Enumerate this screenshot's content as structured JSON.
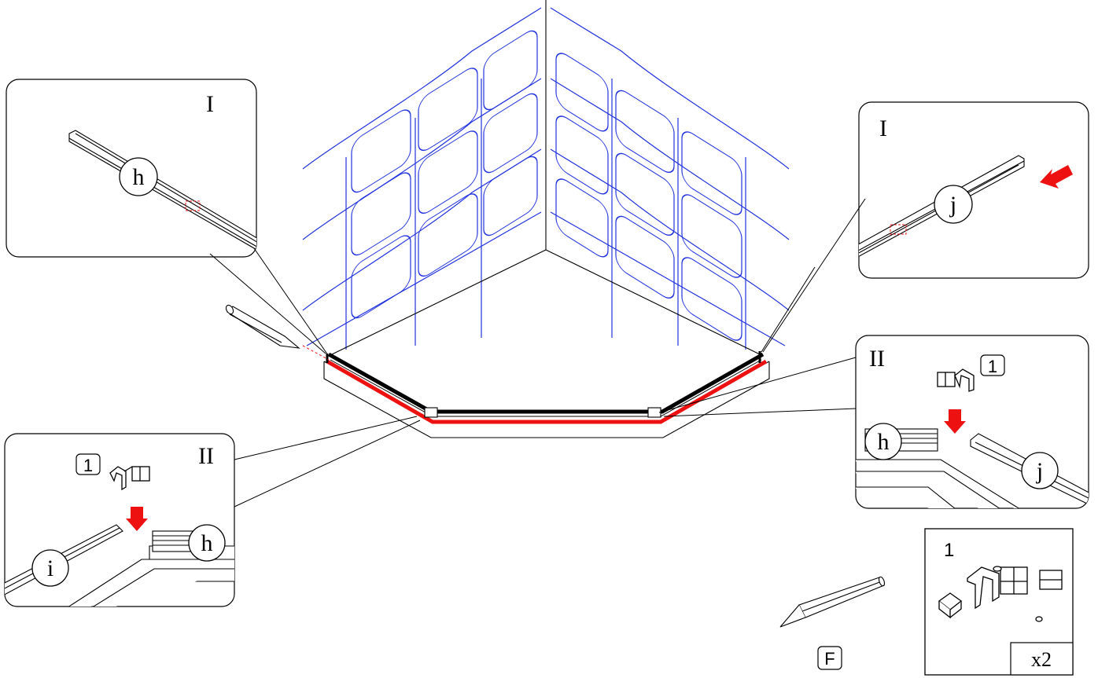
{
  "callouts": {
    "top_left": {
      "roman": "I",
      "part": "h"
    },
    "top_right": {
      "roman": "I",
      "part": "j"
    },
    "mid_left": {
      "roman": "II",
      "step": "1",
      "part_a": "i",
      "part_b": "h"
    },
    "mid_right": {
      "roman": "II",
      "step": "1",
      "part_a": "h",
      "part_b": "j"
    }
  },
  "tool_label": "F",
  "kit": {
    "number": "1",
    "quantity": "x2"
  },
  "colors": {
    "tile_lines": "#2233dd",
    "sealant": "#ee1111",
    "outline": "#000000",
    "arrow": "#ee1111"
  },
  "icons": [
    "pencil-icon",
    "down-arrow-icon",
    "corner-bracket-icon",
    "left-arrow-icon"
  ]
}
